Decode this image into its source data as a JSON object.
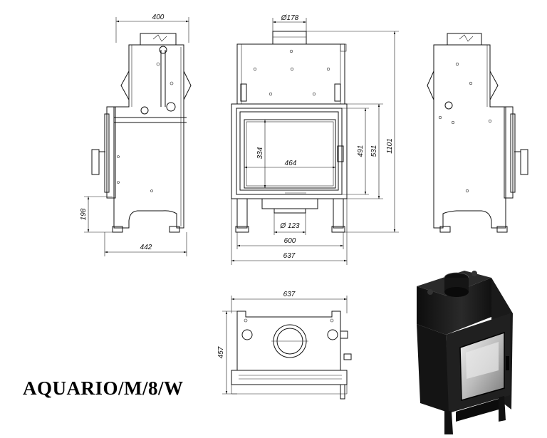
{
  "model": "AQUARIO/M/8/W",
  "dimensions": {
    "side_depth": "400",
    "side_base": "442",
    "side_leg_height": "198",
    "flue_diameter": "Ø178",
    "front_height_total": "1101",
    "door_outer_height": "531",
    "door_glass_height": "491",
    "glass_height": "334",
    "glass_width": "464",
    "air_inlet_diameter": "Ø 123",
    "base_width": "600",
    "overall_width": "637",
    "top_width": "637",
    "top_depth": "457"
  },
  "colors": {
    "line": "#111111",
    "background": "#ffffff",
    "render_body": "#1c1c1c"
  }
}
